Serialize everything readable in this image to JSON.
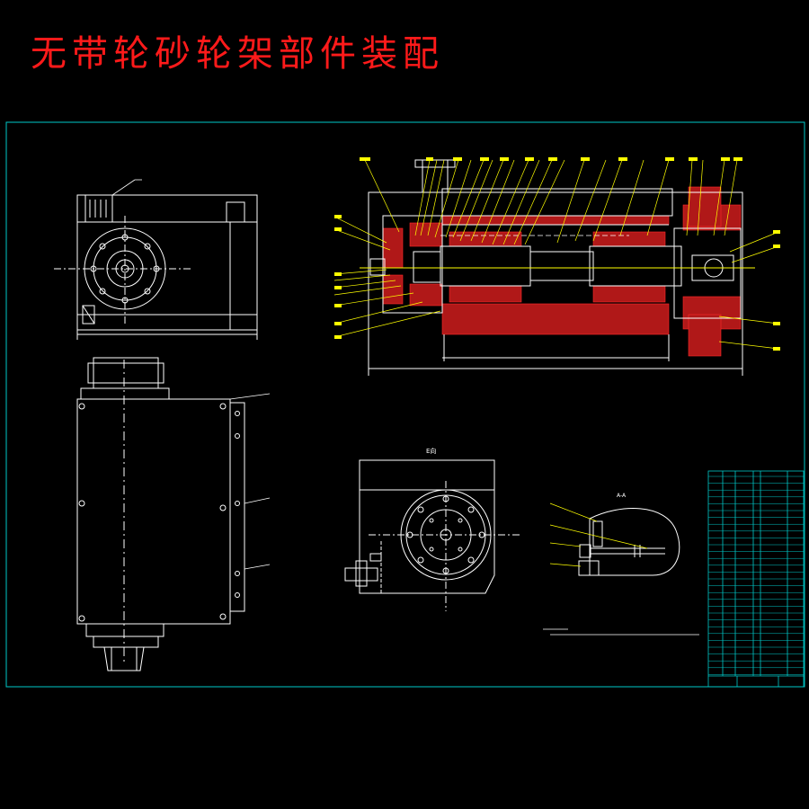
{
  "title": "无带轮砂轮架部件装配",
  "colors": {
    "background": "#000000",
    "title": "#ff1a1a",
    "frame": "#00c8c8",
    "geometry": "#ffffff",
    "leaders": "#ffff00",
    "hatch": "#ff2a2a",
    "centerline": "#ffffff",
    "table": "#00c8c8"
  },
  "views": {
    "section_view_label": "E向",
    "detail_view_label": "A-A"
  },
  "icons": [
    "drawing-frame",
    "front-view",
    "side-view",
    "main-section",
    "e-view",
    "detail-view",
    "title-block"
  ]
}
